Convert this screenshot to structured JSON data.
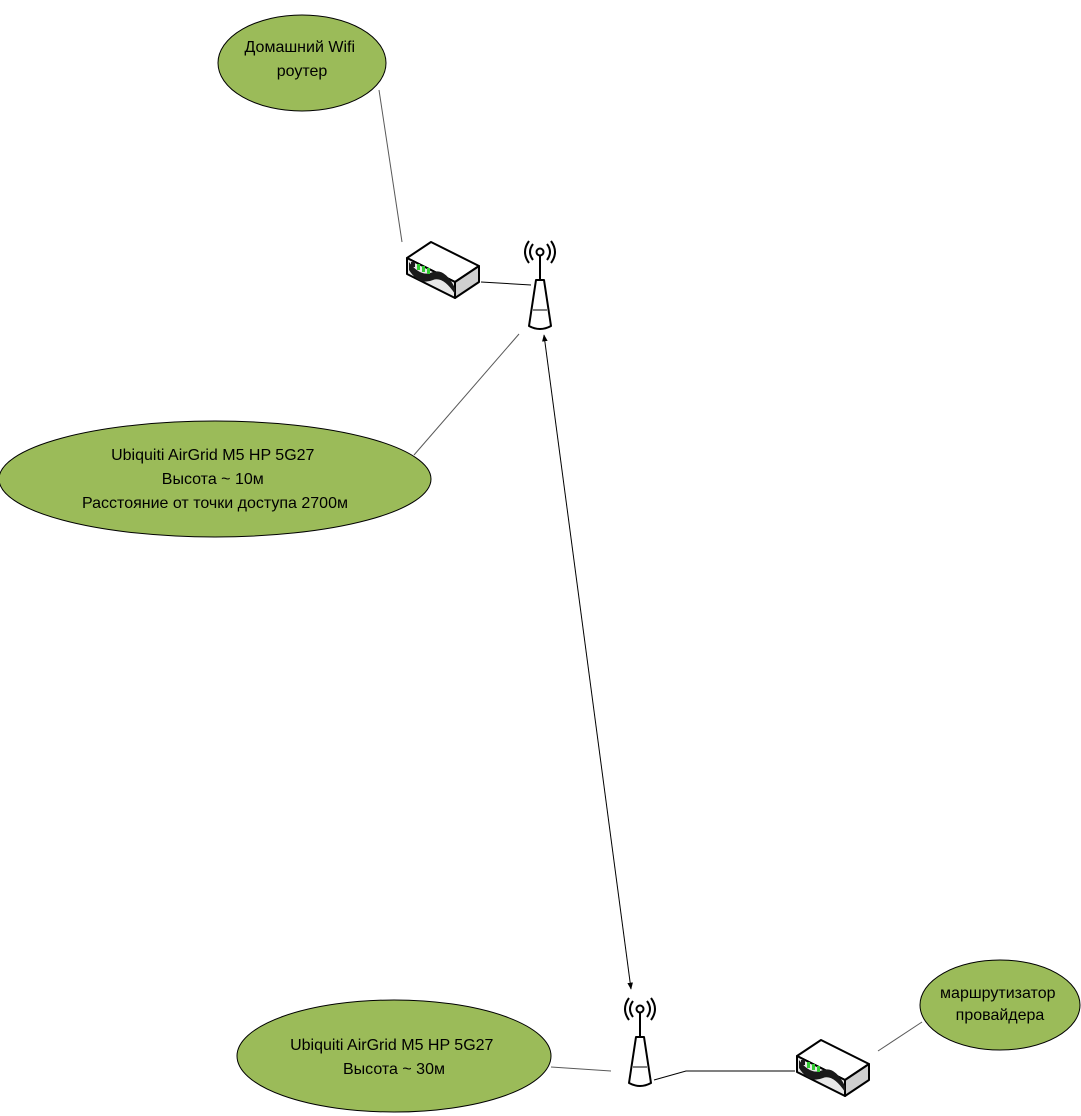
{
  "nodes": {
    "home_router_label": {
      "lines": [
        "Домашний Wifi",
        "роутер"
      ]
    },
    "airgrid_top_label": {
      "lines": [
        "Ubiquiti AirGrid M5 HP 5G27",
        "Высота ~ 10м",
        "Расстояние от точки доступа 2700м"
      ]
    },
    "airgrid_bottom_label": {
      "lines": [
        "Ubiquiti AirGrid M5 HP 5G27",
        "Высота ~ 30м"
      ]
    },
    "provider_router_label": {
      "lines": [
        "маршрутизатор",
        "провайдера"
      ]
    }
  },
  "icons": {
    "router": "router-icon",
    "antenna": "antenna-icon"
  },
  "colors": {
    "ellipse_fill": "#9bbb59",
    "line": "#000000",
    "router_led": "#33cc33"
  }
}
